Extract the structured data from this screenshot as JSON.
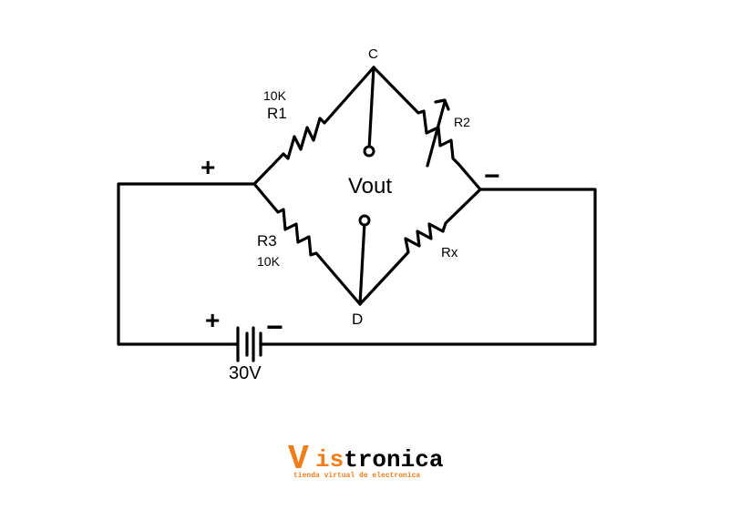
{
  "nodes": {
    "top": "C",
    "bottom": "D"
  },
  "resistors": {
    "r1": {
      "name": "R1",
      "value": "10K"
    },
    "r2": {
      "name": "R2"
    },
    "r3": {
      "name": "R3",
      "value": "10K"
    },
    "rx": {
      "name": "Rx"
    }
  },
  "output_label": "Vout",
  "battery": {
    "voltage": "30V",
    "plus": "+",
    "minus": "−"
  },
  "polarity": {
    "left": "+",
    "right": "−"
  },
  "brand": {
    "v": "V",
    "is": "is",
    "tronica": "tronica",
    "tagline": "tienda virtual de electronica",
    "accent_color": "#f07d1a",
    "text_color": "#000000"
  }
}
